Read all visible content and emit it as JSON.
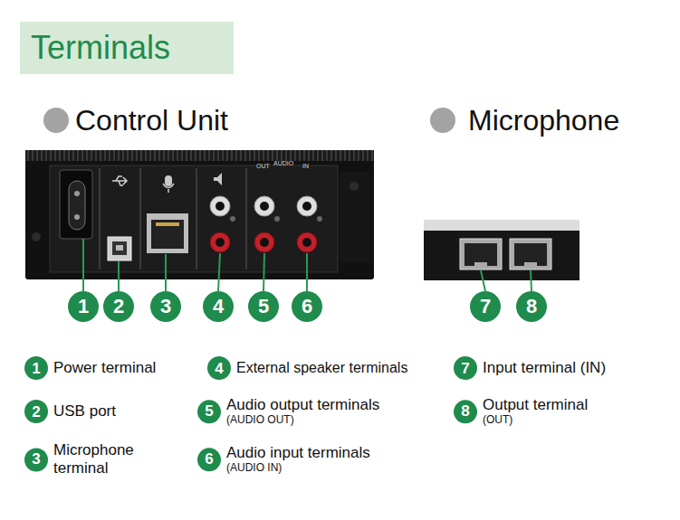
{
  "diagram": {
    "title": "Terminals",
    "nodes": [
      {
        "text": [
          "1"
        ]
      },
      {
        "text": [
          "2"
        ]
      },
      {
        "text": [
          "3"
        ]
      },
      {
        "text": [
          "4"
        ]
      },
      {
        "text": [
          "5"
        ]
      },
      {
        "text": [
          "6"
        ]
      },
      {
        "text": [
          "7"
        ]
      },
      {
        "text": [
          "8"
        ]
      },
      {
        "text": [
          "1",
          "Power terminal"
        ]
      },
      {
        "text": [
          "2",
          "USB port"
        ]
      },
      {
        "text": [
          "3",
          "Microphone terminal"
        ]
      },
      {
        "text": [
          "4",
          "External speaker terminals"
        ]
      },
      {
        "text": [
          "5",
          "Audio output terminals",
          "(AUDIO OUT)"
        ]
      },
      {
        "text": [
          "6",
          "Audio input terminals",
          "(AUDIO IN)"
        ]
      },
      {
        "text": [
          "7",
          "Input terminal (IN)"
        ]
      },
      {
        "text": [
          "8",
          "Output terminal",
          "(OUT)"
        ]
      }
    ],
    "labels": [
      "Control Unit",
      "Microphone",
      "OUT",
      "AUDIO",
      "IN"
    ]
  }
}
